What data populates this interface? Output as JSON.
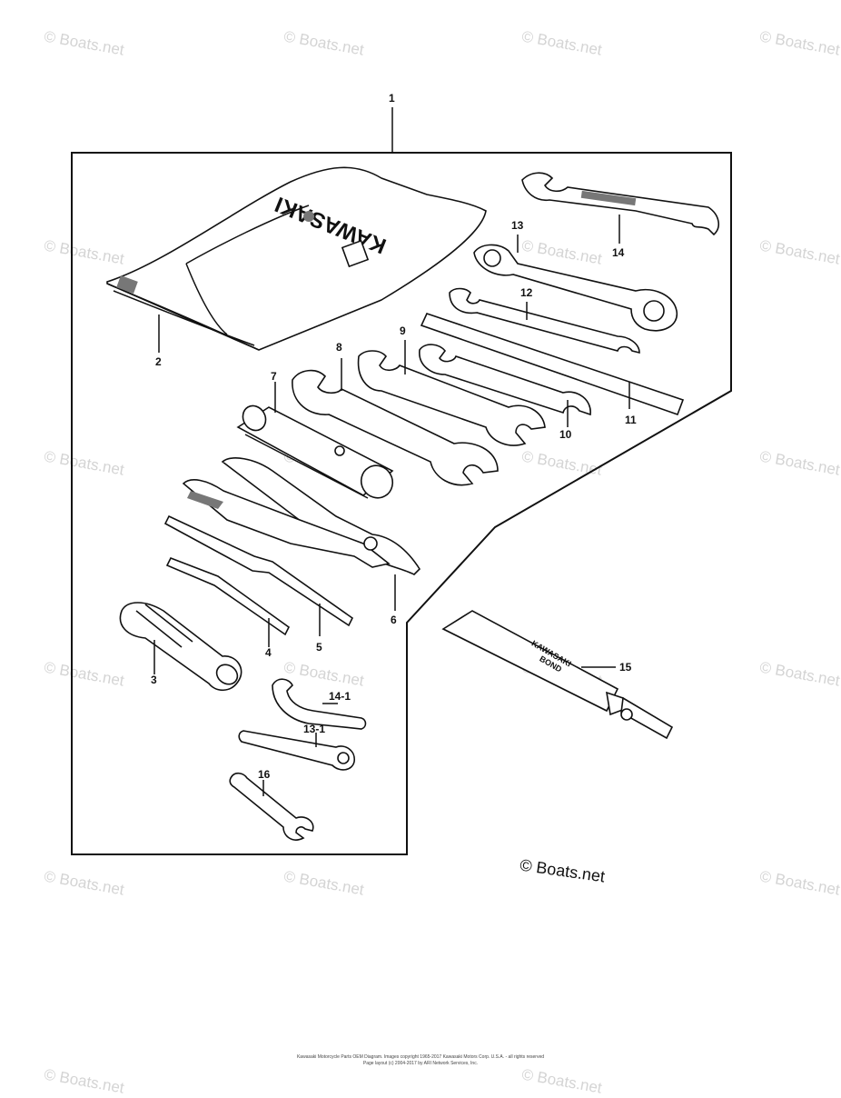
{
  "watermark": "© Boats.net",
  "brand_mark": "© Boats.net",
  "bag_text": "KAWASAKI",
  "tube_text": [
    "KAWASAKI",
    "BOND"
  ],
  "callouts": {
    "c1": "1",
    "c2": "2",
    "c3": "3",
    "c4": "4",
    "c5": "5",
    "c6": "6",
    "c7": "7",
    "c8": "8",
    "c9": "9",
    "c10": "10",
    "c11": "11",
    "c12": "12",
    "c13": "13",
    "c14": "14",
    "c15": "15",
    "c16": "16",
    "c14_1": "14-1",
    "c13_1": "13-1"
  },
  "footer": {
    "line1": "Kawasaki Motorcycle Parts OEM Diagram. Images copyright 1965-2017 Kawasaki Motors Corp. U.S.A. - all rights reserved",
    "line2": "Page layout (c) 2004-2017 by ARI Network Services, Inc."
  }
}
